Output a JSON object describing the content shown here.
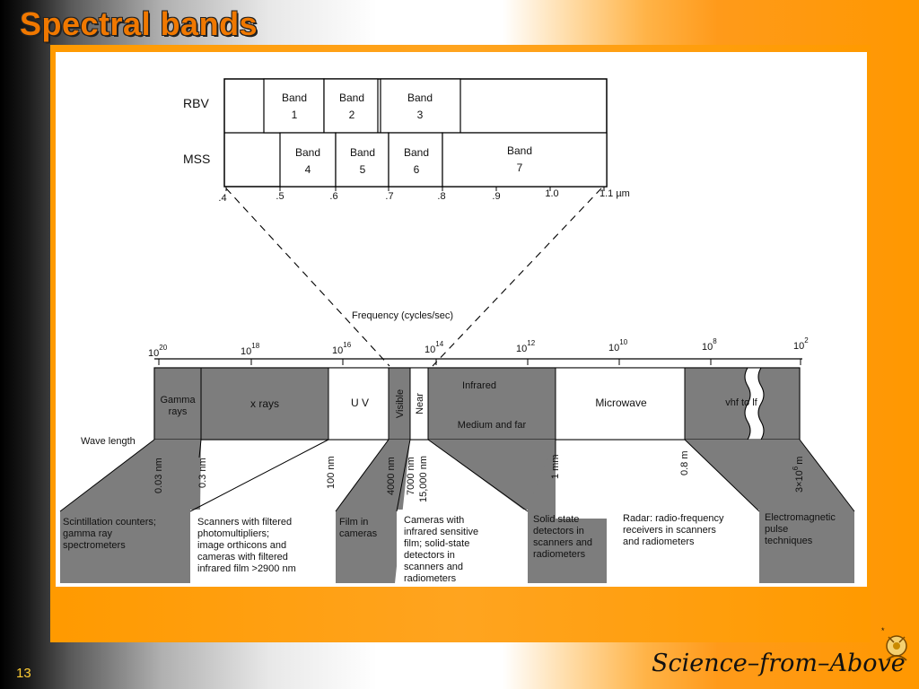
{
  "slide": {
    "title": "Spectral bands",
    "number": "13",
    "logo_text": "Science–from–Above"
  },
  "diagram": {
    "band_rows": {
      "rbv_label": "RBV",
      "mss_label": "MSS",
      "rbv_bands": [
        {
          "l1": "Band",
          "l2": "1"
        },
        {
          "l1": "Band",
          "l2": "2"
        },
        {
          "l1": "Band",
          "l2": "3"
        }
      ],
      "mss_bands": [
        {
          "l1": "Band",
          "l2": "4"
        },
        {
          "l1": "Band",
          "l2": "5"
        },
        {
          "l1": "Band",
          "l2": "6"
        },
        {
          "l1": "Band",
          "l2": "7"
        }
      ],
      "wavelength_ticks": [
        ".4",
        ".5",
        ".6",
        ".7",
        ".8",
        ".9",
        "1.0",
        "1.1 µm"
      ]
    },
    "frequency": {
      "label": "Frequency (cycles/sec)",
      "ticks": [
        {
          "base": "10",
          "exp": "20"
        },
        {
          "base": "10",
          "exp": "18"
        },
        {
          "base": "10",
          "exp": "16"
        },
        {
          "base": "10",
          "exp": "14"
        },
        {
          "base": "10",
          "exp": "12"
        },
        {
          "base": "10",
          "exp": "10"
        },
        {
          "base": "10",
          "exp": "8"
        },
        {
          "base": "10",
          "exp": "2"
        }
      ]
    },
    "spectrum_regions": {
      "gamma_l1": "Gamma",
      "gamma_l2": "rays",
      "xrays": "x rays",
      "uv": "U V",
      "visible": "Visible",
      "near": "Near",
      "infrared": "Infrared",
      "medium_far": "Medium and far",
      "microwave": "Microwave",
      "vhf": "vhf to lf"
    },
    "wave_length_label": "Wave length",
    "wavelength_marks": [
      "0.03 nm",
      "0.3 nm",
      "100 nm",
      "4000 nm",
      "7000 nm",
      "15,000 nm",
      "1 mm",
      "0.8 m",
      "3×10"
    ],
    "wavelength_mark_sup": "6",
    "wavelength_mark_unit": "m",
    "detectors": [
      {
        "lines": [
          "Scintillation counters;",
          "gamma ray",
          "spectrometers"
        ]
      },
      {
        "lines": [
          "Scanners with filtered",
          "photomultipliers;",
          "image orthicons and",
          "cameras with filtered",
          "infrared film >2900 nm"
        ]
      },
      {
        "lines": [
          "Film in",
          "cameras"
        ]
      },
      {
        "lines": [
          "Cameras with",
          "infrared sensitive",
          "film; solid-state",
          "detectors in",
          "scanners and",
          "radiometers"
        ]
      },
      {
        "lines": [
          "Solid state",
          "detectors in",
          "scanners and",
          "radiometers"
        ]
      },
      {
        "lines": [
          "Radar: radio-frequency",
          "receivers in scanners",
          "and radiometers"
        ]
      },
      {
        "lines": [
          "Electromagnetic",
          "pulse",
          "techniques"
        ]
      }
    ]
  }
}
